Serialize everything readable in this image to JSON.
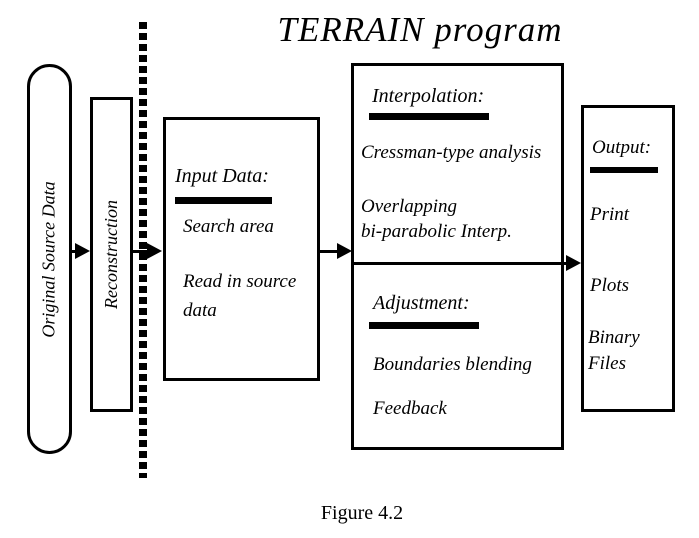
{
  "title": "TERRAIN program",
  "caption": "Figure 4.2",
  "nodes": {
    "source": {
      "label": "Original Source Data"
    },
    "reconstruction": {
      "label": "Reconstruction"
    },
    "input": {
      "heading": "Input Data:",
      "items": [
        "Search area",
        "Read in source\ndata"
      ]
    },
    "interpolation": {
      "heading": "Interpolation:",
      "items": [
        "Cressman-type analysis",
        "Overlapping\nbi-parabolic Interp."
      ]
    },
    "adjustment": {
      "heading": "Adjustment:",
      "items": [
        "Boundaries blending",
        "Feedback"
      ]
    },
    "output": {
      "heading": "Output:",
      "items": [
        "Print",
        "Plots",
        "Binary\nFiles"
      ]
    }
  }
}
